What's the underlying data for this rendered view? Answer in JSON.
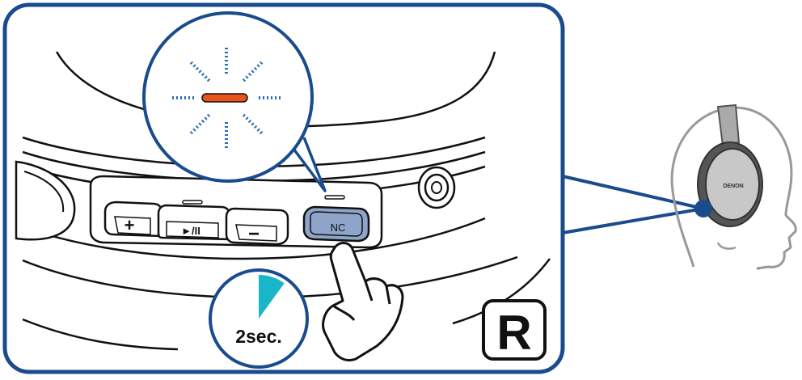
{
  "buttons": {
    "plus_label": "+",
    "play_pause_label": "►/II",
    "minus_label": "−",
    "nc_label": "NC"
  },
  "timer": {
    "label": "2sec.",
    "progress_fraction": 0.1
  },
  "side_badge": {
    "label": "R"
  },
  "headphones": {
    "brand_label": "DENON"
  },
  "colors": {
    "frame": "#1a4b8c",
    "nc_button": "#8ea4c8",
    "led": "#e8541c",
    "blink_dots": "#2a6db3",
    "timer_fill": "#19b5c9",
    "headphone_cup": "#c8c8c8"
  }
}
